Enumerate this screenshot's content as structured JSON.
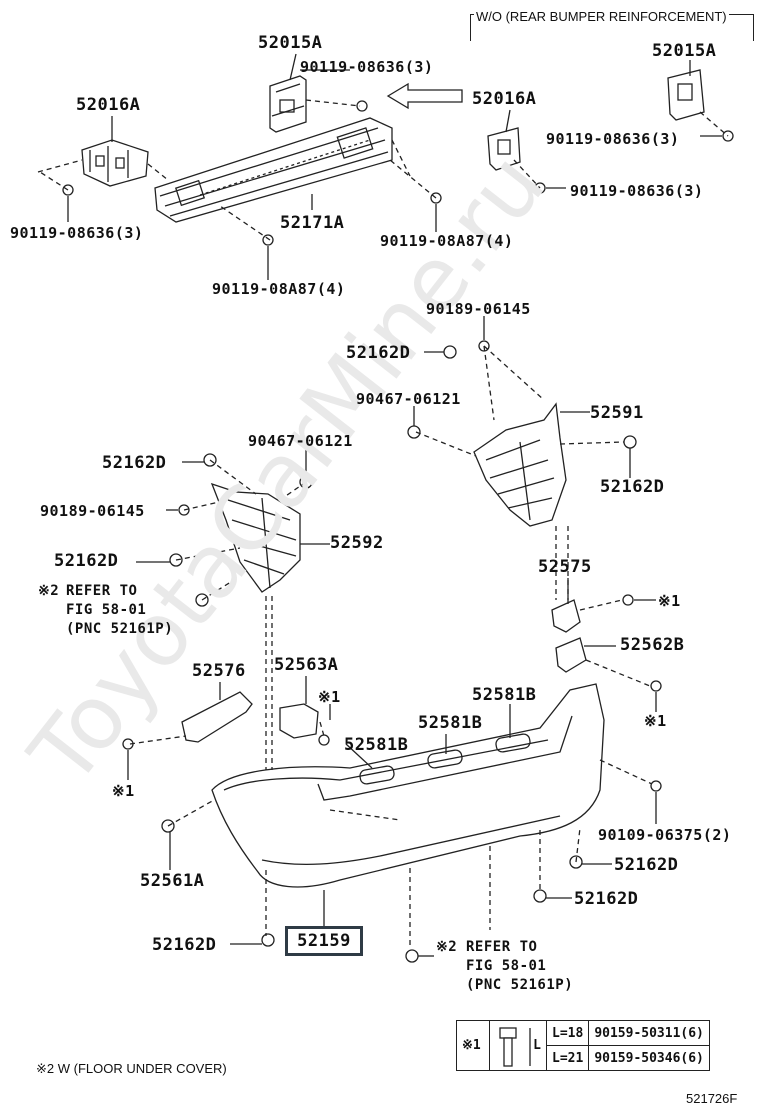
{
  "header_note": "W/O (REAR BUMPER REINFORCEMENT)",
  "diagram_code": "521726F",
  "watermark": "ToyotaCarMine.ru",
  "labels": {
    "p52015A_left": "52015A",
    "p90119_08636_top": "90119-08636(3)",
    "p52016A_left": "52016A",
    "p90119_08636_left": "90119-08636(3)",
    "p52171A": "52171A",
    "p90119_08A87_right": "90119-08A87(4)",
    "p90119_08A87_bottom": "90119-08A87(4)",
    "p52015A_right": "52015A",
    "p52016A_right": "52016A",
    "p90119_08636_right1": "90119-08636(3)",
    "p90119_08636_right2": "90119-08636(3)",
    "p90189_06145_top": "90189-06145",
    "p52162D_1": "52162D",
    "p90467_06121_right": "90467-06121",
    "p52591": "52591",
    "p52162D_2": "52162D",
    "p90467_06121_left": "90467-06121",
    "p52162D_3": "52162D",
    "p90189_06145_left": "90189-06145",
    "p52592": "52592",
    "p52162D_4": "52162D",
    "p52575": "52575",
    "mark1_a": "※1",
    "p52562B": "52562B",
    "mark1_b": "※1",
    "p52576": "52576",
    "p52563A": "52563A",
    "mark1_c": "※1",
    "p52581B_top": "52581B",
    "p52581B_mid": "52581B",
    "p52581B_low": "52581B",
    "mark1_d": "※1",
    "p90109_06375": "90109-06375(2)",
    "p52561A": "52561A",
    "p52162D_5": "52162D",
    "p52162D_6": "52162D",
    "p52159": "52159",
    "p52162D_7": "52162D"
  },
  "refer_left": {
    "mark": "※2",
    "line1": "REFER TO",
    "line2": "FIG 58-01",
    "line3": "(PNC 52161P)"
  },
  "refer_bottom": {
    "mark": "※2",
    "line1": "REFER TO",
    "line2": "FIG 58-01",
    "line3": "(PNC 52161P)"
  },
  "footnote": "※2  W (FLOOR UNDER COVER)",
  "fastener_table": {
    "mark": "※1",
    "dim": "L",
    "rows": [
      {
        "length": "L=18",
        "part": "90159-50311(6)"
      },
      {
        "length": "L=21",
        "part": "90159-50346(6)"
      }
    ]
  }
}
